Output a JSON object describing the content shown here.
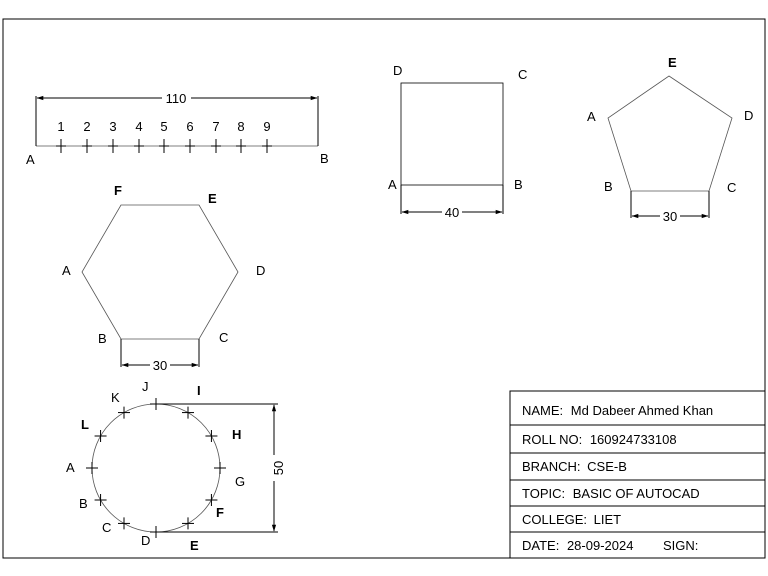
{
  "line_figure": {
    "end_a": "A",
    "end_b": "B",
    "divisions": [
      "1",
      "2",
      "3",
      "4",
      "5",
      "6",
      "7",
      "8",
      "9"
    ],
    "dimension": "110"
  },
  "square_figure": {
    "top_left": "D",
    "top_right": "C",
    "bottom_left": "A",
    "bottom_right": "B",
    "dimension": "40"
  },
  "pentagon_figure": {
    "top": "E",
    "left": "A",
    "right": "D",
    "bottom_left": "B",
    "bottom_right": "C",
    "dimension": "30"
  },
  "hexagon_figure": {
    "top_left": "F",
    "top_right": "E",
    "left": "A",
    "right": "D",
    "bottom_left": "B",
    "bottom_right": "C",
    "dimension": "30"
  },
  "circle_figure": {
    "labels": {
      "j": "J",
      "i": "I",
      "k": "K",
      "l": "L",
      "h": "H",
      "a": "A",
      "g": "G",
      "b": "B",
      "f": "F",
      "c": "C",
      "d": "D",
      "e": "E"
    },
    "dimension": "50"
  },
  "title_block": {
    "name_label": "NAME:",
    "name_value": "Md Dabeer Ahmed Khan",
    "roll_label": "ROLL NO:",
    "roll_value": "160924733108",
    "branch_label": "BRANCH:",
    "branch_value": "CSE-B",
    "topic_label": "TOPIC:",
    "topic_value": "BASIC OF AUTOCAD",
    "college_label": "COLLEGE:",
    "college_value": "LIET",
    "date_label": "DATE:",
    "date_value": "28-09-2024",
    "sign_label": "SIGN:"
  }
}
